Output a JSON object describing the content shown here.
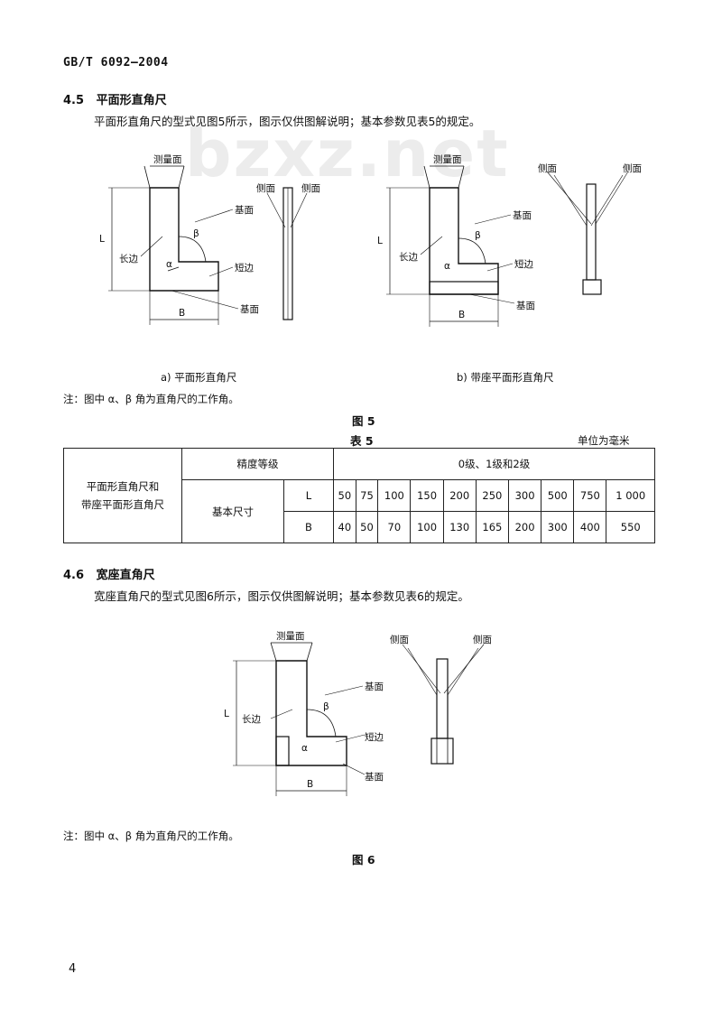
{
  "header": {
    "std": "GB/T 6092—2004"
  },
  "watermark": "bzxz.net",
  "sec45": {
    "number": "4.5",
    "title": "平面形直角尺",
    "para": "平面形直角尺的型式见图5所示，图示仅供图解说明；基本参数见表5的规定。"
  },
  "fig5": {
    "a_labels": {
      "measure_face": "测量面",
      "long_side": "长边",
      "short_side": "短边",
      "base_face": "基面",
      "base_face2": "基面",
      "side_face1": "侧面",
      "side_face2": "侧面",
      "L": "L",
      "B": "B",
      "alpha": "α",
      "beta": "β"
    },
    "b_labels": {
      "measure_face": "测量面",
      "long_side": "长边",
      "short_side": "短边",
      "base_face": "基面",
      "base_face2": "基面",
      "L": "L",
      "B": "B",
      "alpha": "α",
      "beta": "β"
    },
    "c_labels": {
      "side1": "侧面",
      "side2": "侧面"
    },
    "cap_a": "a)   平面形直角尺",
    "cap_b": "b)   带座平面形直角尺",
    "note": "注：图中 α、β 角为直角尺的工作角。",
    "label": "图 5"
  },
  "table5": {
    "title": "表 5",
    "unit": "单位为毫米",
    "row_head": "平面形直角尺和\n带座平面形直角尺",
    "grade_label": "精度等级",
    "grade_value": "0级、1级和2级",
    "basic_size": "基本尺寸",
    "L_label": "L",
    "B_label": "B",
    "L_values": [
      "50",
      "75",
      "100",
      "150",
      "200",
      "250",
      "300",
      "500",
      "750",
      "1 000"
    ],
    "B_values": [
      "40",
      "50",
      "70",
      "100",
      "130",
      "165",
      "200",
      "300",
      "400",
      "550"
    ]
  },
  "sec46": {
    "number": "4.6",
    "title": "宽座直角尺",
    "para": "宽座直角尺的型式见图6所示，图示仅供图解说明；基本参数见表6的规定。"
  },
  "fig6": {
    "labels": {
      "measure_face": "测量面",
      "long_side": "长边",
      "short_side": "短边",
      "base_face": "基面",
      "base_face2": "基面",
      "side1": "侧面",
      "side2": "侧面",
      "L": "L",
      "B": "B",
      "alpha": "α",
      "beta": "β"
    },
    "note": "注：图中 α、β 角为直角尺的工作角。",
    "label": "图 6"
  },
  "page_number": "4"
}
